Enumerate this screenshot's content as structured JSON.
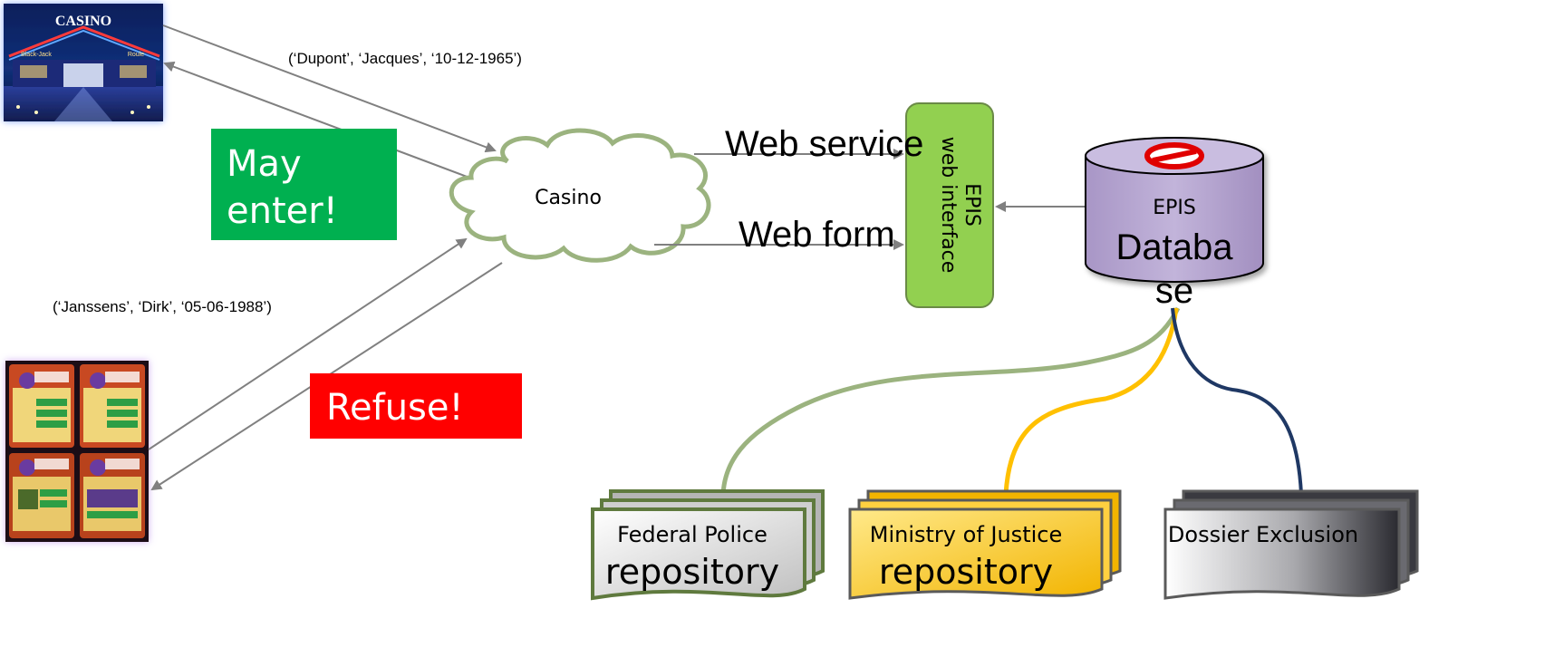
{
  "casino_photo": {
    "sign_text": "CASINO",
    "sign_left": "Black-Jack",
    "sign_right": "Roule"
  },
  "flows": {
    "dupont_tuple": "(‘Dupont’, ‘Jacques’, ‘10-12-1965’)",
    "janssens_tuple": "(‘Janssens’, ‘Dirk’, ‘05-06-1988’)"
  },
  "responses": {
    "may_enter_line1": "May",
    "may_enter_line2": "enter!",
    "refuse": "Refuse!"
  },
  "cloud": {
    "label": "Casino"
  },
  "connections": {
    "web_service": "Web service",
    "web_form": "Web form"
  },
  "web_interface": {
    "line1": "EPIS",
    "line2": "web interface"
  },
  "database": {
    "label_small": "EPIS",
    "label_big_line1": "Databa",
    "label_big_line2": "se"
  },
  "repositories": [
    {
      "title": "Federal Police",
      "subtitle": "repository"
    },
    {
      "title": "Ministry of Justice",
      "subtitle": "repository"
    },
    {
      "title": "Dossier Exclusion",
      "subtitle": ""
    }
  ],
  "colors": {
    "may_enter_bg": "#00b050",
    "refuse_bg": "#ff0000",
    "web_interface_fill": "#92d050",
    "web_interface_stroke": "#6a8a46",
    "database_fill": "#b7a8d0",
    "cloud_stroke": "#9bb37f",
    "line_gray": "#808080",
    "curve_green": "#9bb37f",
    "curve_yellow": "#ffc000",
    "curve_navy": "#1f3864"
  }
}
